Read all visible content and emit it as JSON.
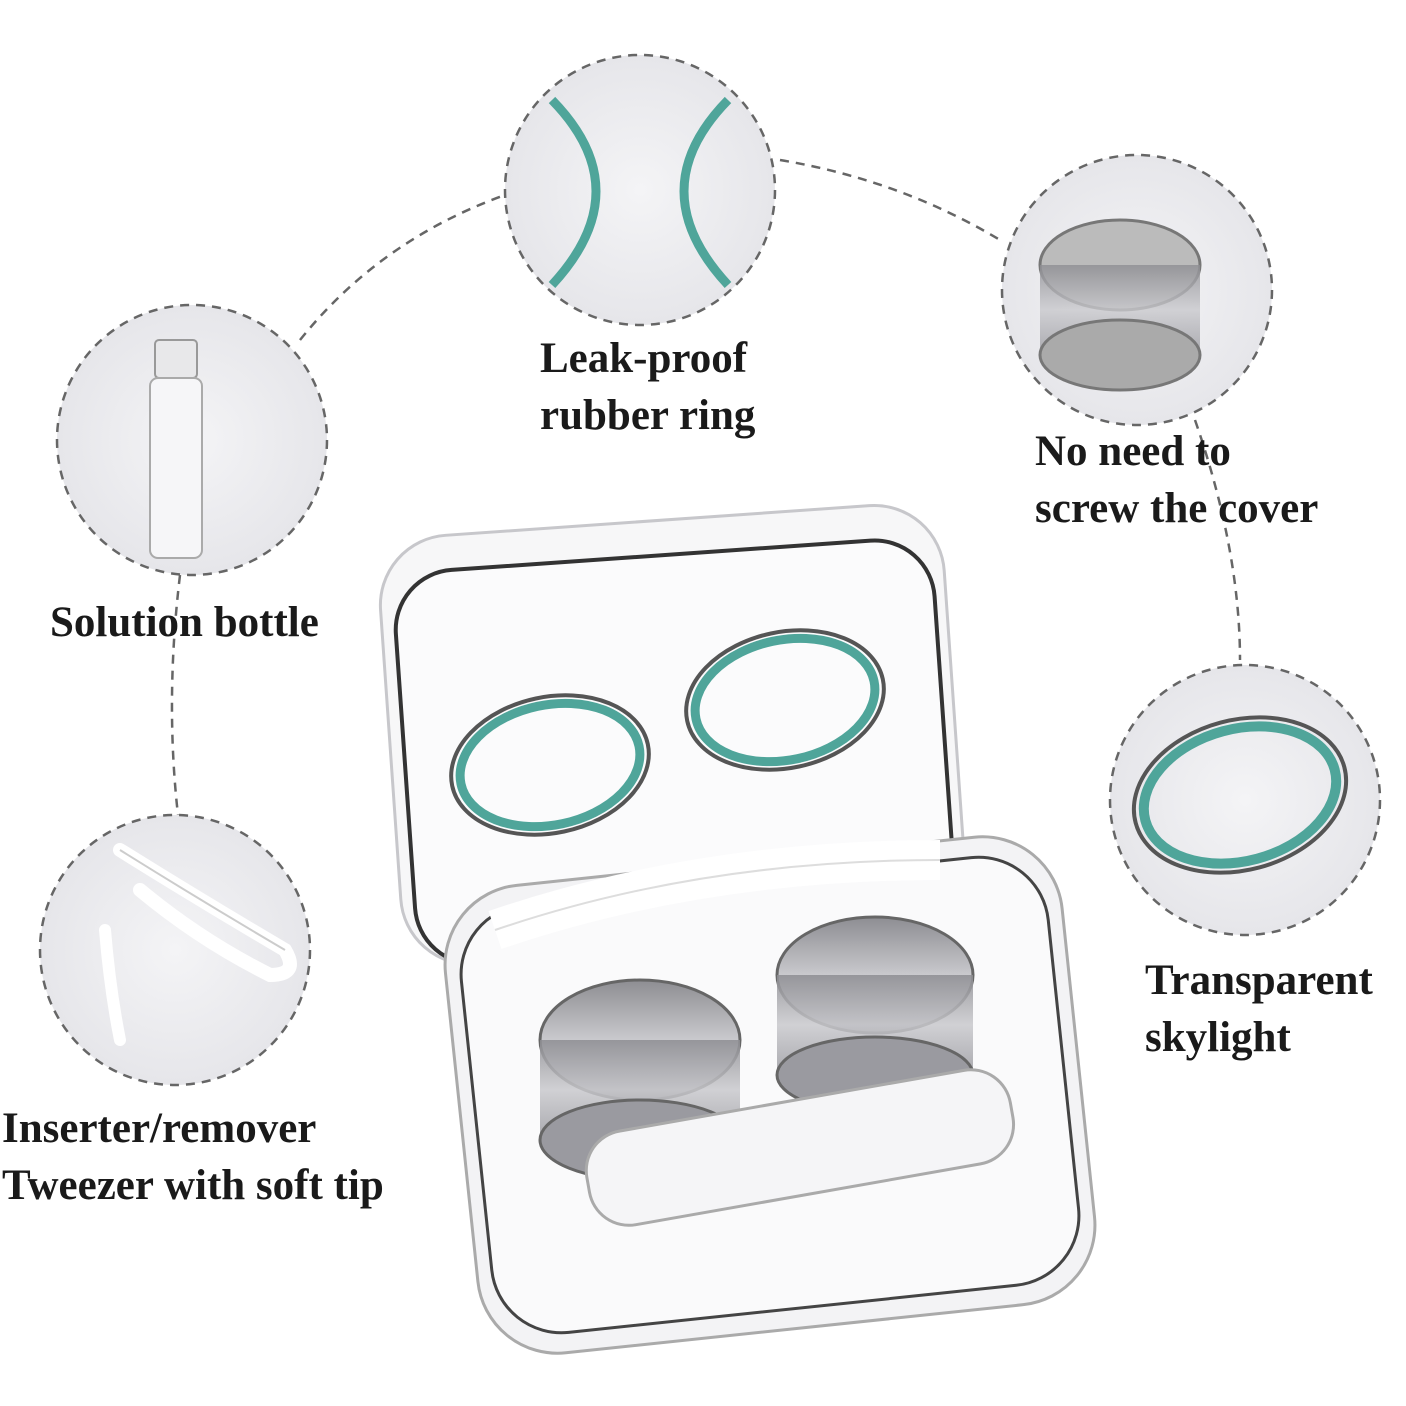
{
  "colors": {
    "ring_teal": "#4fa59a",
    "dash": "#666666",
    "text": "#1a1a1a"
  },
  "callouts": [
    {
      "id": "leak-proof",
      "lines": [
        "Leak-proof",
        "rubber ring"
      ],
      "icon": "rubber-ring-closeup"
    },
    {
      "id": "no-screw",
      "lines": [
        "No need to",
        "screw the cover"
      ],
      "icon": "lens-holder-closeup"
    },
    {
      "id": "solution-bottle",
      "lines": [
        "Solution bottle"
      ],
      "icon": "bottle-closeup"
    },
    {
      "id": "skylight",
      "lines": [
        "Transparent",
        "skylight"
      ],
      "icon": "skylight-ring-closeup"
    },
    {
      "id": "tweezer",
      "lines": [
        "Inserter/remover",
        "Tweezer with soft tip"
      ],
      "icon": "tweezer-closeup"
    }
  ]
}
